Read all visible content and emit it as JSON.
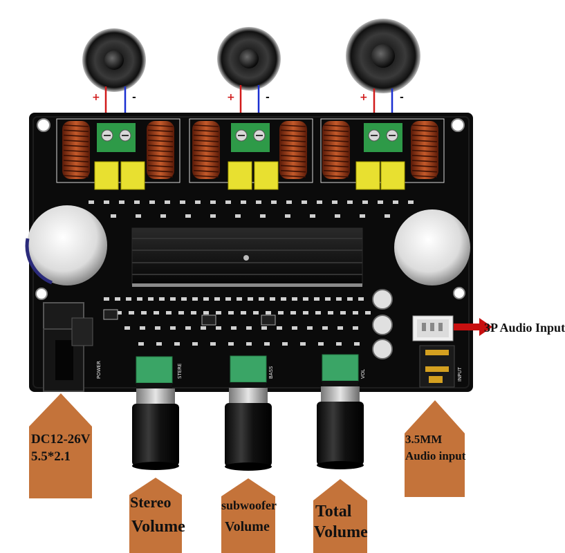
{
  "labels": {
    "audio_3p": "3P Audio Input",
    "dc_line1": "DC12-26V",
    "dc_line2": "5.5*2.1",
    "jack_line1": "3.5MM",
    "jack_line2": "Audio input",
    "stereo_line1": "Stereo",
    "stereo_line2": "Volume",
    "sub_line1": "subwoofer",
    "sub_line2": "Volume",
    "total_line1": "Total",
    "total_line2": "Volume"
  },
  "silkscreen": {
    "power": "POWER",
    "stereo": "STERE",
    "bass": "BASS",
    "vol": "VOL",
    "input": "INPUT"
  },
  "polarity": {
    "plus": "+",
    "minus": "-"
  },
  "colors": {
    "board": "#0b0b0b",
    "arrow": "#c4733a",
    "wire_positive": "#d11a1a",
    "wire_negative": "#1a2fd1",
    "terminal": "#2e9a48",
    "capacitor": "#e8e030",
    "coil": "#a0401c",
    "pot": "#3aa566"
  },
  "icons": [
    "speaker-icon",
    "arrow-icon"
  ]
}
